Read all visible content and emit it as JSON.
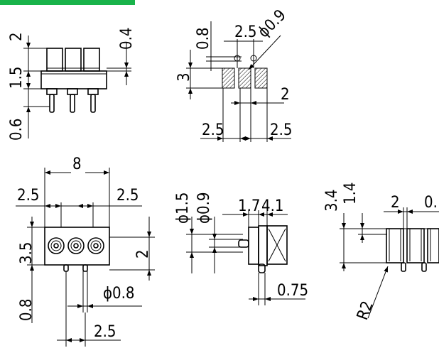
{
  "colors": {
    "accent_bar": "#19b34a",
    "ink": "#000000",
    "hatch": "#000000"
  },
  "views": {
    "front_top": {
      "d_2": "2",
      "d_1_5": "1.5",
      "d_0_6": "0.6",
      "d_0_4": "0.4"
    },
    "footprint": {
      "d_0_8": "0.8",
      "d_2_5_top": "2.5",
      "d_phi_0_9": "ϕ0.9",
      "d_3": "3",
      "d_2": "2",
      "d_2_5_left": "2.5",
      "d_2_5_right": "2.5"
    },
    "front_bottom": {
      "d_8": "8",
      "d_2_5_left": "2.5",
      "d_2_5_right": "2.5",
      "d_3_5": "3.5",
      "d_2": "2",
      "d_0_8": "0.8",
      "d_phi_0_8": "ϕ0.8",
      "d_2_5_bottom": "2.5"
    },
    "side": {
      "d_phi_1_5": "ϕ1.5",
      "d_phi_0_9": "ϕ0.9",
      "d_1_7": "1.7",
      "d_4_1": "4.1",
      "d_0_75": "0.75"
    },
    "right_partial": {
      "d_3_4": "3.4",
      "d_1_4": "1.4",
      "d_2": "2",
      "d_0_partial": "0.",
      "d_r2": "R2"
    }
  }
}
